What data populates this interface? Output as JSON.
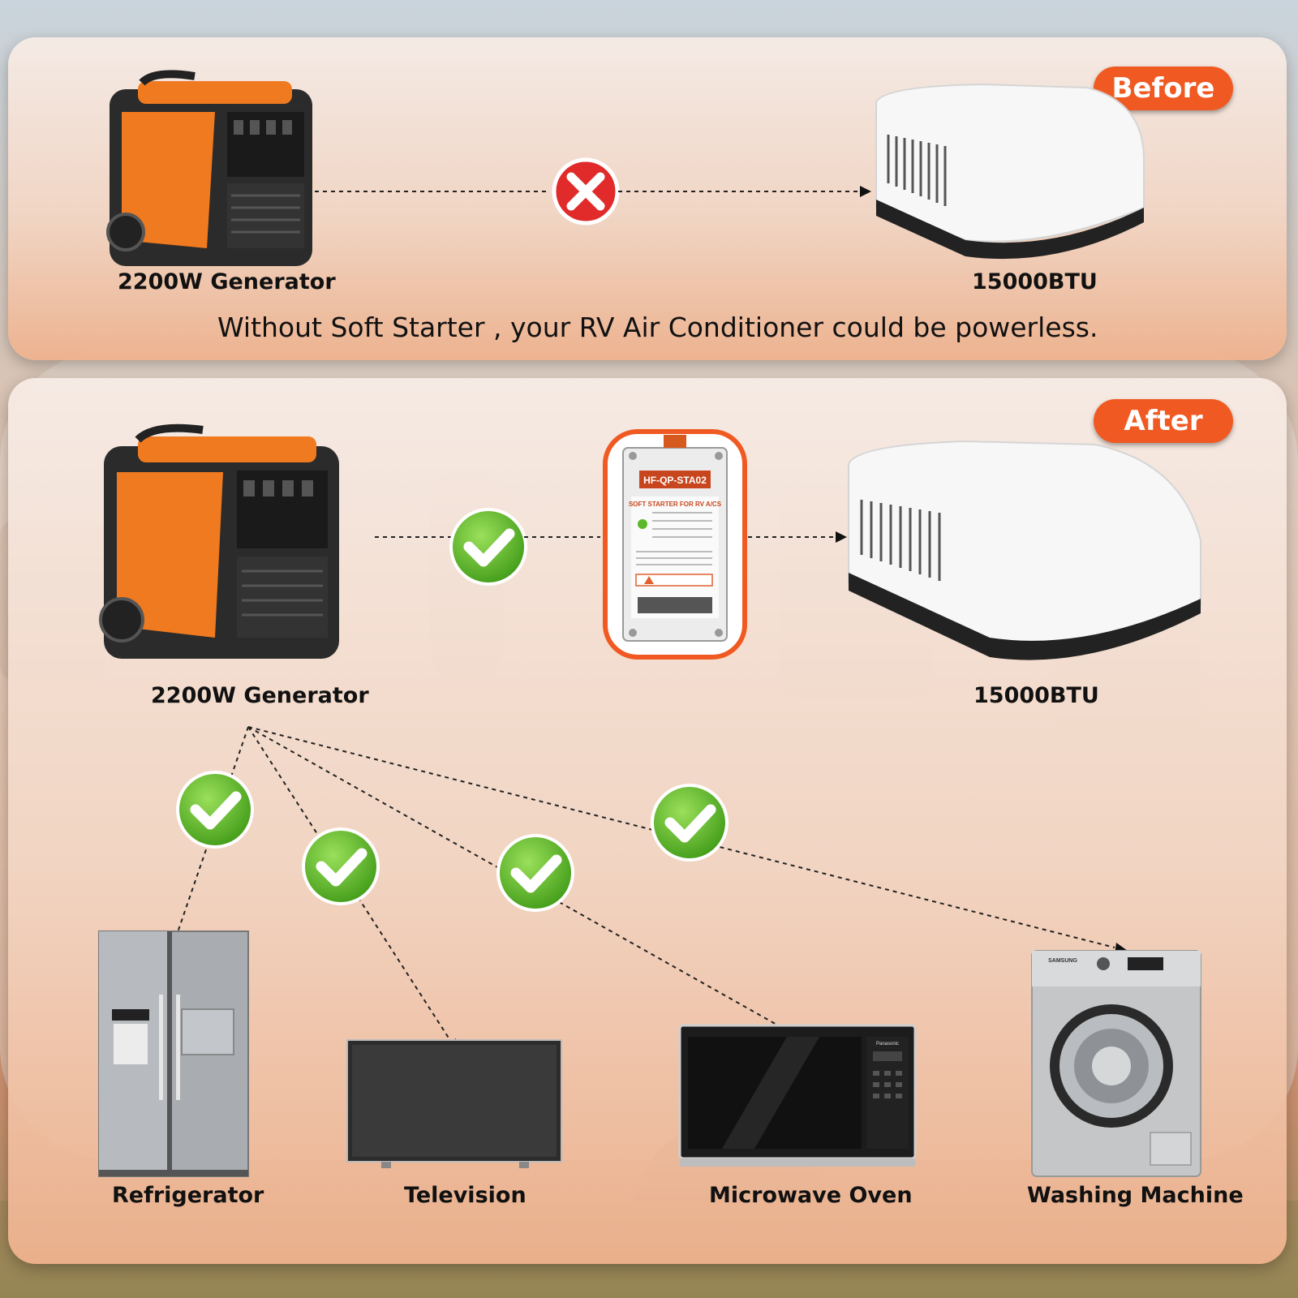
{
  "before": {
    "badge": "Before",
    "generator_label": "2200W Generator",
    "ac_label": "15000BTU",
    "caption": "Without Soft Starter , your RV Air Conditioner could be powerless."
  },
  "after": {
    "badge": "After",
    "generator_label": "2200W Generator",
    "ac_label": "15000BTU",
    "soft_starter": {
      "model": "HF-QP-STA02",
      "subtitle": "SOFT STARTER FOR RV A/CS"
    },
    "appliances": [
      {
        "label": "Refrigerator"
      },
      {
        "label": "Television"
      },
      {
        "label": "Microwave Oven"
      },
      {
        "label": "Washing Machine"
      }
    ],
    "washer_brand": "SAMSUNG",
    "microwave_brand": "Panasonic"
  },
  "colors": {
    "accent": "#f05a22",
    "ok_green": "#5cb82a",
    "fail_red": "#e12a2a"
  }
}
